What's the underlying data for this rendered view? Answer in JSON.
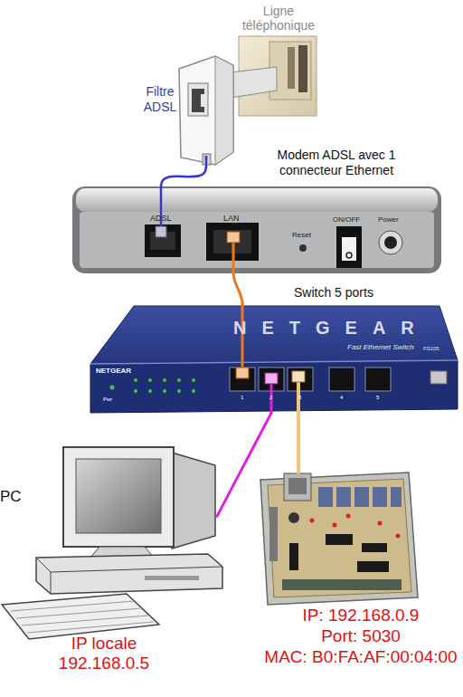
{
  "diagram": {
    "nodes": [
      {
        "text": [
          "Ligne téléphonique"
        ]
      },
      {
        "text": [
          "Filtre ADSL"
        ]
      },
      {
        "text": [
          "Modem ADSL avec 1 connecteur Ethernet"
        ]
      },
      {
        "text": [
          "Switch 5 ports"
        ]
      },
      {
        "text": [
          "PC",
          "IP locale 192.168.0.5"
        ]
      },
      {
        "text": [
          "IP: 192.168.0.9",
          "Port: 5030",
          "MAC: B0:FA:AF:00:04:00"
        ]
      }
    ],
    "edges": [
      {
        "from": 1,
        "to": 2,
        "arrow": "none"
      },
      {
        "from": 2,
        "to": 3,
        "arrow": "none"
      },
      {
        "from": 3,
        "to": 4,
        "arrow": "none"
      },
      {
        "from": 3,
        "to": 5,
        "arrow": "none"
      }
    ],
    "labels": [
      "ADSL",
      "LAN",
      "Reset",
      "ON/OFF",
      "Power",
      "NETGEAR",
      "Fast Ethernet Switch",
      "FS105",
      "NETGEAR",
      "1",
      "2",
      "3",
      "4",
      "5",
      "Pwr"
    ]
  }
}
